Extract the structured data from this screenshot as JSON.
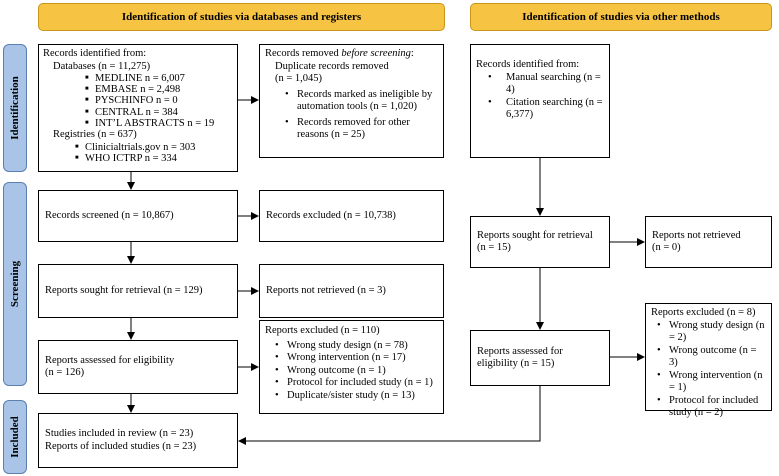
{
  "headers": {
    "databases": "Identification of studies via databases and registers",
    "other": "Identification of studies via other methods"
  },
  "phases": {
    "identification": "Identification",
    "screening": "Screening",
    "included": "Included"
  },
  "left": {
    "records_identified": {
      "title": "Records identified from:",
      "databases": "Databases (n = 11,275)",
      "db_items": [
        "MEDLINE n = 6,007",
        "EMBASE n = 2,498",
        "PYSCHINFO n = 0",
        "CENTRAL n = 384",
        "INT’L ABSTRACTS n = 19"
      ],
      "registries": "Registries (n = 637)",
      "reg_items": [
        "Clinicialtrials.gov n = 303",
        "WHO ICTRP n = 334"
      ]
    },
    "records_removed": {
      "title_pre": "Records removed ",
      "title_em": "before screening",
      "title_post": ":",
      "dup": "Duplicate records removed",
      "dup_n": "(n = 1,045)",
      "items": [
        "Records marked as ineligible by automation tools (n = 1,020)",
        "Records removed for other reasons (n = 25)"
      ]
    },
    "screened": "Records screened (n = 10,867)",
    "excluded": "Records excluded (n = 10,738)",
    "sought": "Reports sought for retrieval (n = 129)",
    "not_retrieved": "Reports not retrieved (n = 3)",
    "assessed_1": "Reports assessed for eligibility",
    "assessed_2": "(n = 126)",
    "reports_excluded": {
      "title": "Reports excluded (n = 110)",
      "items": [
        "Wrong study design (n = 78)",
        "Wrong intervention (n = 17)",
        "Wrong outcome (n = 1)",
        "Protocol for included study (n = 1)",
        "Duplicate/sister study (n = 13)"
      ]
    },
    "included_1": "Studies included in review (n = 23)",
    "included_2": "Reports of included studies (n = 23)"
  },
  "right": {
    "records_identified": {
      "title": "Records identified from:",
      "items": [
        "Manual searching (n = 4)",
        "Citation searching (n = 6,377)"
      ]
    },
    "sought_1": "Reports sought for retrieval",
    "sought_2": "(n = 15)",
    "not_retrieved_1": "Reports not retrieved",
    "not_retrieved_2": "(n = 0)",
    "assessed_1": "Reports assessed for",
    "assessed_2": "eligibility (n = 15)",
    "reports_excluded": {
      "title": "Reports excluded (n = 8)",
      "items": [
        "Wrong study design (n = 2)",
        "Wrong outcome (n = 3)",
        "Wrong intervention (n = 1)",
        "Protocol for included study (n = 2)"
      ]
    }
  }
}
